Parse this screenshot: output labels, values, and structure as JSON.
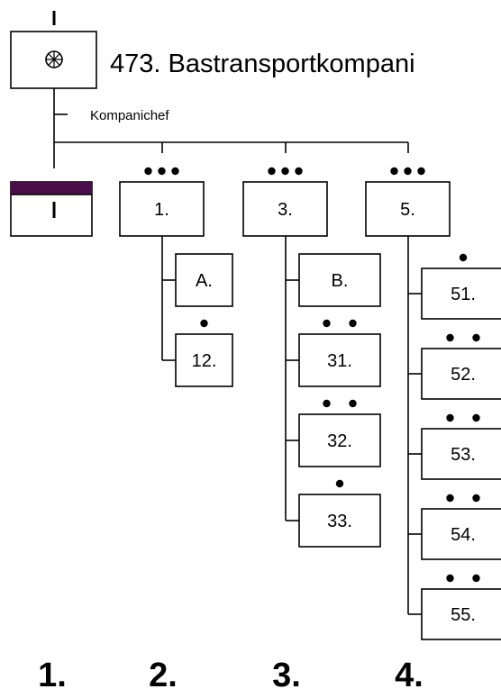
{
  "unit": {
    "title": "473. Bastransportkompani",
    "hq_note": "Kompanichef",
    "symbol": "wheel-icon",
    "hq_band_color": "#4a0f4a"
  },
  "column_numbers": [
    "1.",
    "2.",
    "3.",
    "4."
  ],
  "platoons": [
    {
      "label": "1.",
      "size_dots": 3,
      "children": [
        {
          "label": "A.",
          "size_dots": 0
        },
        {
          "label": "12.",
          "size_dots": 1
        }
      ]
    },
    {
      "label": "3.",
      "size_dots": 3,
      "children": [
        {
          "label": "B.",
          "size_dots": 0
        },
        {
          "label": "31.",
          "size_dots": 2
        },
        {
          "label": "32.",
          "size_dots": 2
        },
        {
          "label": "33.",
          "size_dots": 1
        }
      ]
    },
    {
      "label": "5.",
      "size_dots": 3,
      "children": [
        {
          "label": "51.",
          "size_dots": 1
        },
        {
          "label": "52.",
          "size_dots": 2
        },
        {
          "label": "53.",
          "size_dots": 2
        },
        {
          "label": "54.",
          "size_dots": 2
        },
        {
          "label": "55.",
          "size_dots": 2
        }
      ]
    }
  ]
}
